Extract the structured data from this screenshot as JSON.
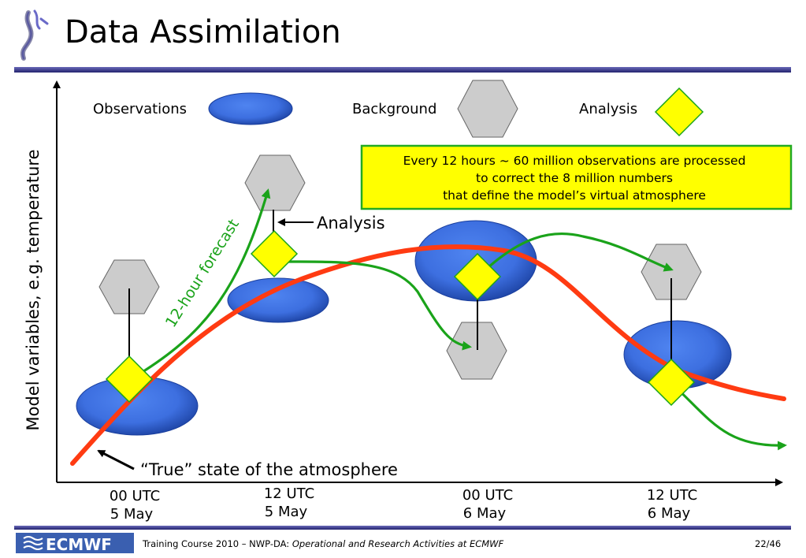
{
  "slide": {
    "title": "Data Assimilation",
    "page_number": "22/46"
  },
  "footer": {
    "logo_text": "ECMWF",
    "course_text": "Training Course 2010 – NWP-DA: ",
    "course_subtitle": "Operational and Research Activities at ECMWF"
  },
  "legend": {
    "observations": "Observations",
    "background": "Background",
    "analysis": "Analysis"
  },
  "info_box": {
    "line1": "Every 12 hours ~ 60 million observations are processed",
    "line2": "to correct the 8 million numbers",
    "line3": "that define the model’s virtual atmosphere"
  },
  "annotations": {
    "analysis_label": "Analysis",
    "forecast_label": "12-hour forecast",
    "true_state_label": "“True” state of the atmosphere"
  },
  "axes": {
    "y_label": "Model variables, e.g. temperature",
    "x_ticks": [
      {
        "line1": "00 UTC",
        "line2": "5 May"
      },
      {
        "line1": "12 UTC",
        "line2": "5 May"
      },
      {
        "line1": "00 UTC",
        "line2": "6 May"
      },
      {
        "line1": "12 UTC",
        "line2": "6 May"
      }
    ]
  },
  "colors": {
    "true_state": "#ff3b12",
    "forecast": "#1aa31a",
    "observation_fill": "#3d6fe0",
    "background_fill": "#cccccc",
    "analysis_fill": "#ffff00",
    "info_box_border": "#22aa22",
    "rule": "#2b2b8f"
  }
}
